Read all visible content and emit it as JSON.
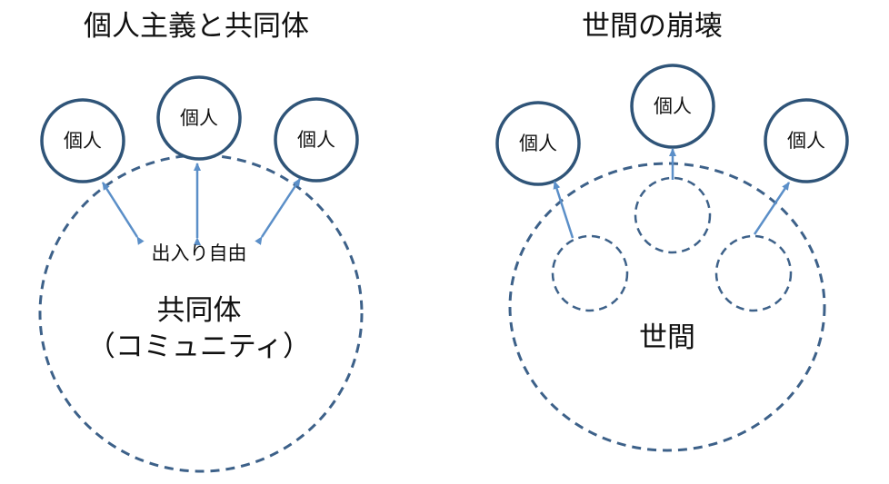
{
  "left_panel": {
    "title": "個人主義と共同体",
    "individual_label": "個人",
    "arrow_label": "出入り自由",
    "community_label": "共同体",
    "community_sub_label": "（コミュニティ）"
  },
  "right_panel": {
    "title": "世間の崩壊",
    "individual_label": "個人",
    "seken_label": "世間"
  },
  "colors": {
    "circle_stroke": "#2f5478",
    "dashed_stroke": "#3d6189",
    "arrow": "#5b8fc8",
    "text": "#111111"
  }
}
